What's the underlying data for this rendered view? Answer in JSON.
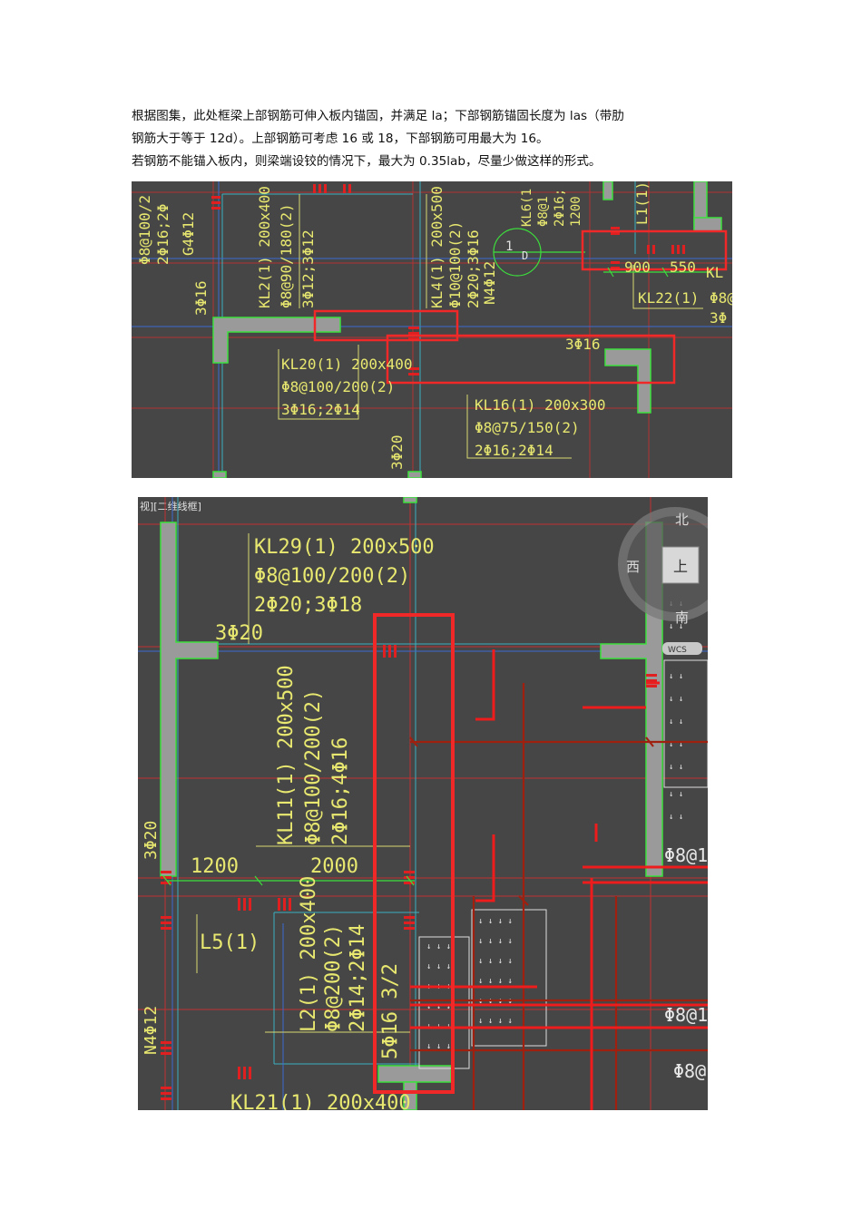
{
  "text": {
    "line1": "根据图集，此处框梁上部钢筋可伸入板内锚固，并满足 la；下部钢筋锚固长度为 las（带肋",
    "line2": "钢筋大于等于 12d）。上部钢筋可考虑 16 或 18，下部钢筋可用最大为 16。",
    "line3": "若钢筋不能锚入板内，则梁端设铰的情况下，最大为 0.35lab，尽量少做这样的形式。"
  },
  "figure1": {
    "labels": {
      "kl2": [
        "KL2(1) 200x400",
        "Φ8@90/180(2)",
        "3Φ12;3Φ12"
      ],
      "kl4": [
        "KL4(1) 200x500",
        "Φ10@100(2)",
        "2Φ20;3Φ16",
        "N4Φ12"
      ],
      "kl20": [
        "KL20(1) 200x400",
        "Φ8@100/200(2)",
        "3Φ16;2Φ14"
      ],
      "kl16": [
        "KL16(1) 200x300",
        "Φ8@75/150(2)",
        "2Φ16;2Φ14"
      ],
      "left_col": [
        "Φ8@100/2",
        "2Φ16;2Φ",
        "G4Φ12"
      ],
      "kl6": [
        "KL6(1",
        "Φ8@1",
        "2Φ16;",
        "1200"
      ],
      "l1": "L1(1)",
      "kl22": "KL22(1)",
      "kl_r": "KL",
      "r_ph8": "Φ8@",
      "r_3ph": "3Φ",
      "dim_900": "900",
      "dim_550": "550",
      "bar_3ph16_left": "3Φ16",
      "bar_3ph16_mid": "3Φ16",
      "bar_3ph20": "3Φ20",
      "axis_num": "1",
      "axis_letter": "D"
    }
  },
  "figure2": {
    "tab": "视][二维线框]",
    "compass": {
      "north": "北",
      "west": "西",
      "south": "南",
      "top": "上",
      "wcs": "WCS"
    },
    "labels": {
      "kl29": [
        "KL29(1) 200x500",
        "Φ8@100/200(2)",
        "2Φ20;3Φ18"
      ],
      "kl11": [
        "KL11(1) 200x500",
        "Φ8@100/200(2)",
        "2Φ16;4Φ16"
      ],
      "l2": [
        "L2(1) 200x400",
        "Φ8@200(2)",
        "2Φ14;2Φ14"
      ],
      "bar_3ph20_h": "3Φ20",
      "bar_3ph20_v": "3Φ20",
      "dim_1200": "1200",
      "dim_2000": "2000",
      "l5": "L5(1)",
      "n4": "N4Φ12",
      "bottom_bar": "5Φ16 3/2",
      "kl21": "KL21(1) 200x400",
      "ph8_1": "Φ8@1",
      "ph8_2": "Φ8@1",
      "ph8_3": "Φ8@"
    }
  }
}
